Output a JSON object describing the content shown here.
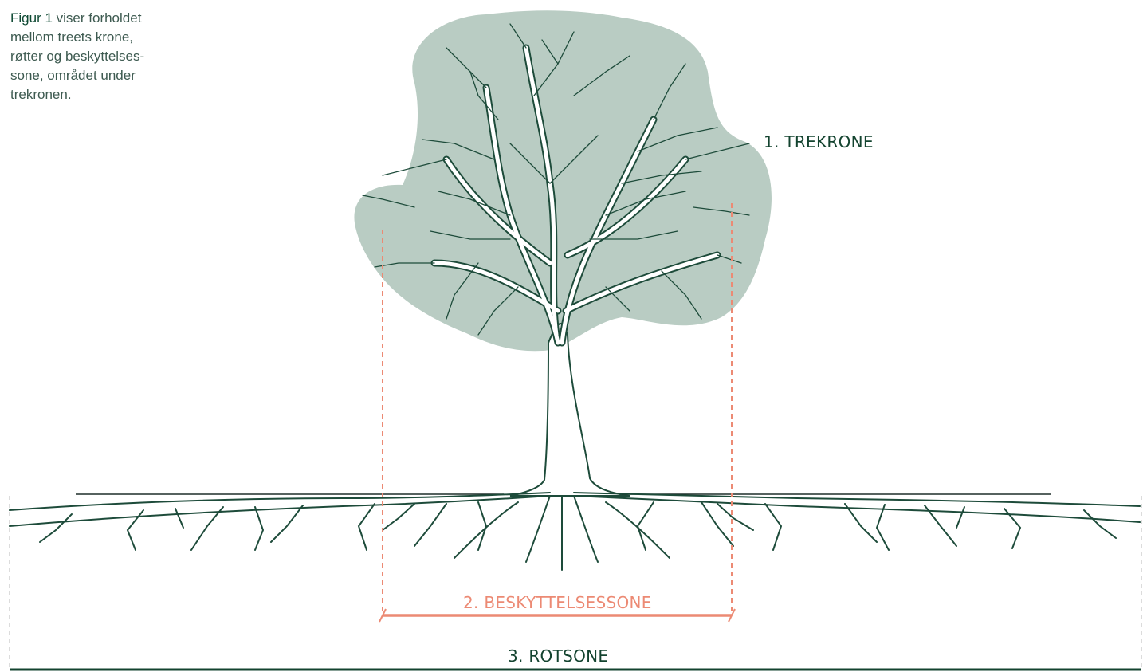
{
  "caption": {
    "figure_ref": "Figur 1",
    "text": " viser forholdet mellom treets krone, røtter og beskyttelses-sone, området under trekronen."
  },
  "zones": {
    "crown": "1. TREKRONE",
    "protection": "2. BESKYTTELSESSONE",
    "root": "3. ROTSONE"
  },
  "colors": {
    "crown_fill": "#b9ccc3",
    "tree_stroke": "#1d4b3a",
    "protection_accent": "#ec8a74",
    "text_dark": "#13432f"
  }
}
